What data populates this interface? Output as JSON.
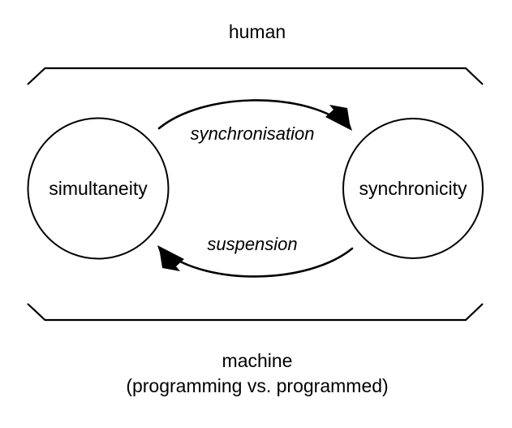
{
  "diagram": {
    "type": "concept-diagram",
    "title_top": "human",
    "bottom_label_line1": "machine",
    "bottom_label_line2": "(programming vs. programmed)",
    "nodes": [
      {
        "id": "simultaneity",
        "label": "simultaneity",
        "shape": "circle"
      },
      {
        "id": "synchronicity",
        "label": "synchronicity",
        "shape": "circle"
      }
    ],
    "edges": [
      {
        "id": "synchronisation",
        "label": "synchronisation",
        "from": "simultaneity",
        "to": "synchronicity",
        "style": "curved-arrow",
        "direction": "left-to-right"
      },
      {
        "id": "suspension",
        "label": "suspension",
        "from": "synchronicity",
        "to": "simultaneity",
        "style": "curved-arrow",
        "direction": "right-to-left"
      }
    ],
    "brackets": [
      {
        "id": "top-bracket",
        "position": "top",
        "belongs_to": "human"
      },
      {
        "id": "bottom-bracket",
        "position": "bottom",
        "belongs_to": "machine"
      }
    ],
    "colors": {
      "stroke": "#000000",
      "background": "#ffffff",
      "text": "#000000"
    }
  }
}
